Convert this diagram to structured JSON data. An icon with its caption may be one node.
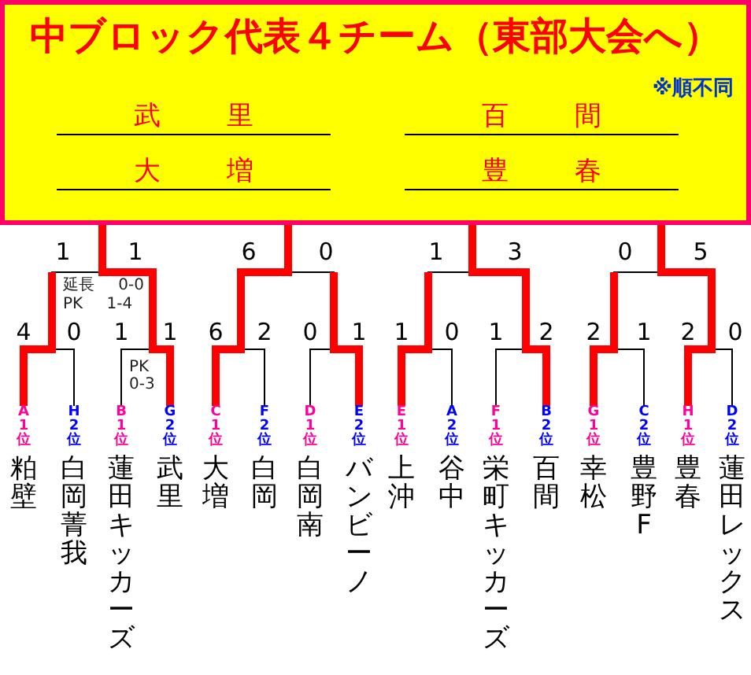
{
  "diagram": {
    "nodes": [
      {
        "text": [
          "中ブロック代表４チーム（東部大会へ）",
          "※順不同"
        ]
      },
      {
        "text": [
          "武里"
        ],
        "in": 0
      },
      {
        "text": [
          "百間"
        ],
        "in": 0
      },
      {
        "text": [
          "大増"
        ],
        "in": 0
      },
      {
        "text": [
          "豊春"
        ],
        "in": 0
      },
      {
        "text": [
          "A1位",
          "粕壁"
        ]
      },
      {
        "text": [
          "H2位",
          "白岡菁我"
        ]
      },
      {
        "text": [
          "B1位",
          "蓮田キッカーズ"
        ]
      },
      {
        "text": [
          "G2位",
          "武里"
        ]
      },
      {
        "text": [
          "C1位",
          "大増"
        ]
      },
      {
        "text": [
          "F2位",
          "白岡"
        ]
      },
      {
        "text": [
          "D1位",
          "白岡南"
        ]
      },
      {
        "text": [
          "E2位",
          "バンビーノ"
        ]
      },
      {
        "text": [
          "E1位",
          "上沖"
        ]
      },
      {
        "text": [
          "A2位",
          "谷中"
        ]
      },
      {
        "text": [
          "F1位",
          "栄町キッカーズ"
        ]
      },
      {
        "text": [
          "B2位",
          "百間"
        ]
      },
      {
        "text": [
          "G1位",
          "幸松"
        ]
      },
      {
        "text": [
          "C2位",
          "豊野F"
        ]
      },
      {
        "text": [
          "H1位",
          "豊春"
        ]
      },
      {
        "text": [
          "D2位",
          "蓮田レックス"
        ]
      }
    ],
    "edges": [
      {
        "from": 5,
        "to": 0,
        "arrow": "none",
        "style": "thick",
        "color": "#ff0000"
      },
      {
        "from": 6,
        "to": 0,
        "arrow": "none",
        "color": "#000000"
      },
      {
        "from": 7,
        "to": 0,
        "arrow": "none",
        "color": "#000000"
      },
      {
        "from": 8,
        "to": 0,
        "arrow": "none",
        "style": "thick",
        "color": "#ff0000"
      },
      {
        "from": 9,
        "to": 0,
        "arrow": "none",
        "style": "thick",
        "color": "#ff0000"
      },
      {
        "from": 10,
        "to": 0,
        "arrow": "none",
        "color": "#000000"
      },
      {
        "from": 11,
        "to": 0,
        "arrow": "none",
        "color": "#000000"
      },
      {
        "from": 12,
        "to": 0,
        "arrow": "none",
        "style": "thick",
        "color": "#ff0000"
      },
      {
        "from": 13,
        "to": 0,
        "arrow": "none",
        "style": "thick",
        "color": "#ff0000"
      },
      {
        "from": 14,
        "to": 0,
        "arrow": "none",
        "color": "#000000"
      },
      {
        "from": 15,
        "to": 0,
        "arrow": "none",
        "color": "#000000"
      },
      {
        "from": 16,
        "to": 0,
        "arrow": "none",
        "style": "thick",
        "color": "#ff0000"
      },
      {
        "from": 17,
        "to": 0,
        "arrow": "none",
        "style": "thick",
        "color": "#ff0000"
      },
      {
        "from": 18,
        "to": 0,
        "arrow": "none",
        "color": "#000000"
      },
      {
        "from": 19,
        "to": 0,
        "arrow": "none",
        "style": "thick",
        "color": "#ff0000"
      },
      {
        "from": 20,
        "to": 0,
        "arrow": "none",
        "color": "#000000"
      }
    ],
    "labels": [
      "1",
      "1",
      "6",
      "0",
      "1",
      "3",
      "0",
      "5",
      "延長 0-0",
      "PK 1-4",
      "4",
      "0",
      "1",
      "1",
      "6",
      "2",
      "0",
      "1",
      "1",
      "0",
      "1",
      "2",
      "2",
      "1",
      "2",
      "0",
      "PK 0-3"
    ]
  }
}
